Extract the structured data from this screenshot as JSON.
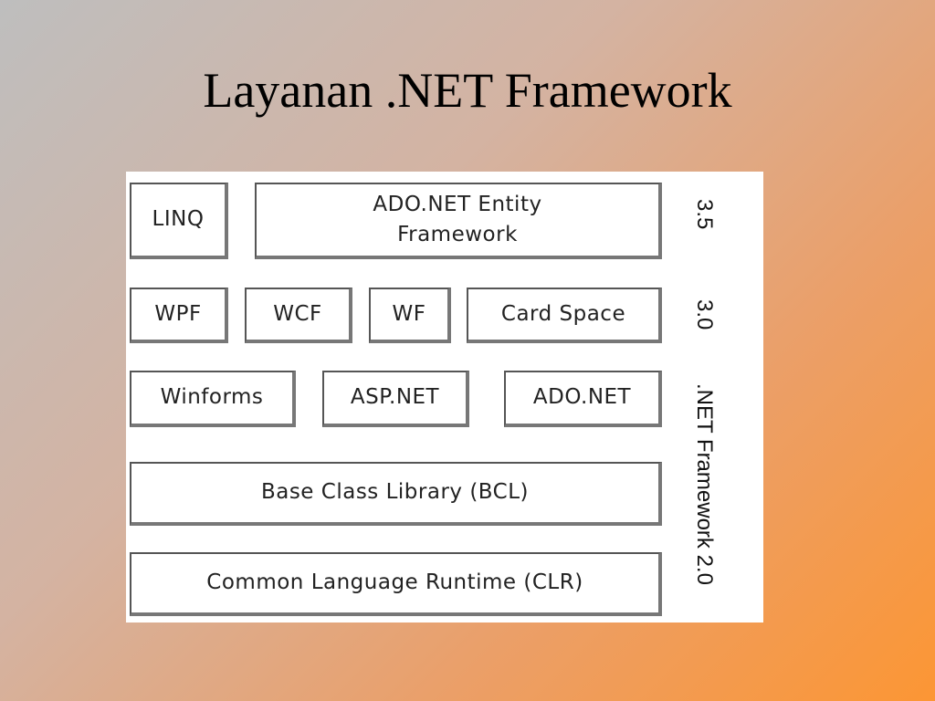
{
  "title": "Layanan .NET Framework",
  "layers": {
    "v35": {
      "linq": "LINQ",
      "entity": "ADO.NET Entity\nFramework",
      "label": "3.5"
    },
    "v30": {
      "wpf": "WPF",
      "wcf": "WCF",
      "wf": "WF",
      "cardspace": "Card Space",
      "label": "3.0"
    },
    "v20": {
      "winforms": "Winforms",
      "aspnet": "ASP.NET",
      "adonet": "ADO.NET",
      "bcl": "Base Class Library (BCL)",
      "clr": "Common Language Runtime (CLR)",
      "label": ".NET Framework 2.0"
    }
  }
}
